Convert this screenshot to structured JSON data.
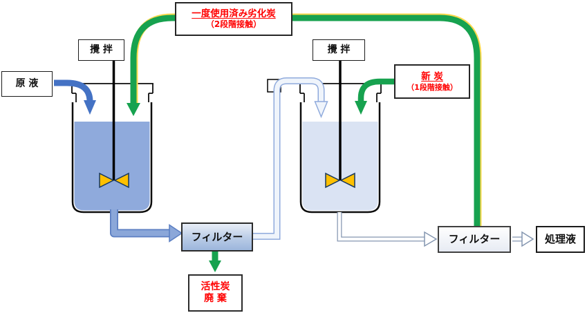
{
  "labels": {
    "recycled_carbon_line1": "一度使用済み劣化炭",
    "recycled_carbon_line2": "（2段階接触）",
    "stirrer_left": "攪 拌",
    "stirrer_right": "攪 拌",
    "raw_liquid": "原 液",
    "new_carbon_line1": "新 炭",
    "new_carbon_line2": "（1段階接触）",
    "filter_left": "フィルター",
    "filter_right": "フィルター",
    "waste_line1": "活性炭",
    "waste_line2": "廃 棄",
    "treated_liquid": "処理液"
  },
  "colors": {
    "carbon_flow_green": "#17a24f",
    "carbon_flow_highlight": "#ffd94d",
    "raw_liquid_blue": "#4472c4",
    "pipe_blue_fill": "#8ba7d9",
    "pipe_blue_edge": "#5b7ec2",
    "pipe_light_fill": "#eff4fb",
    "pipe_light_edge": "#8faadc",
    "pipe_outline_gray": "#8496b0",
    "tank1_liquid": "#8faadc",
    "tank2_liquid": "#dae3f3",
    "impeller_yellow": "#ffc000",
    "impeller_edge": "#17375e",
    "label_red": "#ff0000"
  }
}
